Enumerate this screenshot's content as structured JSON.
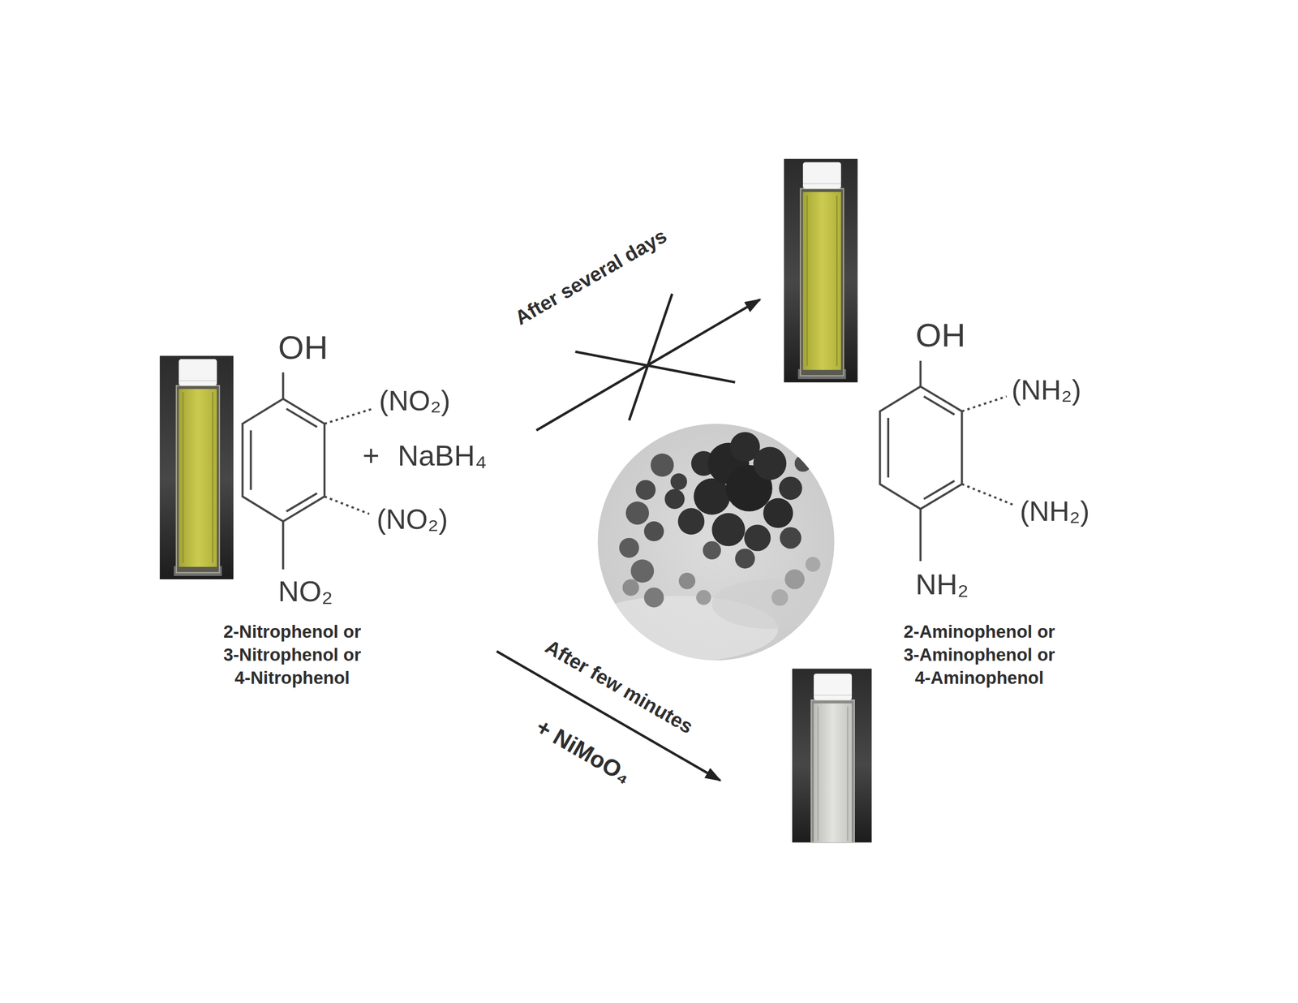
{
  "diagram": {
    "labels": [
      "OH",
      "(NO₂)",
      "+ NaBH₄",
      "(NO₂)",
      "NO₂",
      "2-Nitrophenol or 3-Nitrophenol or 4-Nitrophenol",
      "After several days",
      "After few minutes",
      "+ NiMoO₄",
      "OH",
      "(NH₂)",
      "(NH₂)",
      "NH₂",
      "2-Aminophenol or 3-Aminophenol or 4-Aminophenol"
    ]
  }
}
